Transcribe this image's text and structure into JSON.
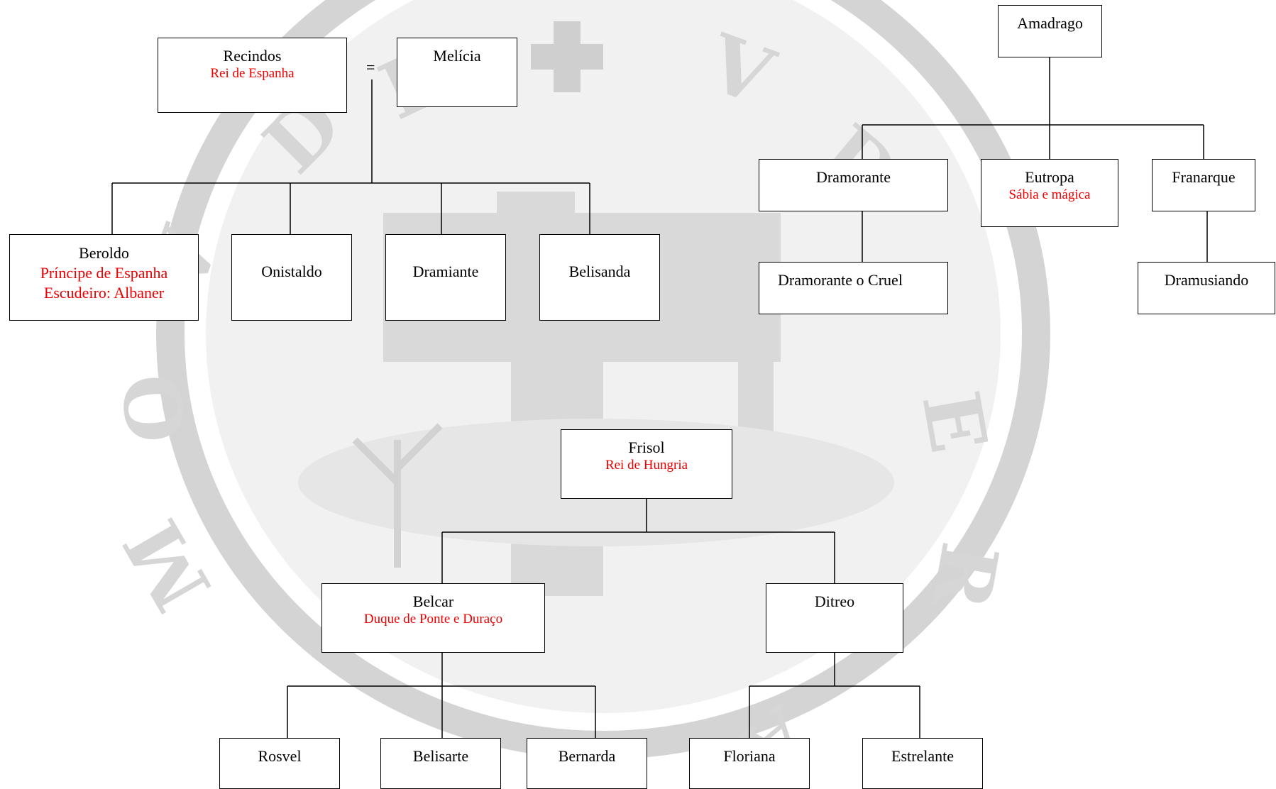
{
  "colors": {
    "line": "#000000",
    "title_text": "#ee0000",
    "watermark": "#c8c8c8"
  },
  "watermark": {
    "icon": "seal-watermark-icon"
  },
  "marriage_symbol": "=",
  "people": {
    "recindos": {
      "name": "Recindos",
      "title": "Rei de Espanha"
    },
    "melicia": {
      "name": "Melícia"
    },
    "beroldo": {
      "name": "Beroldo",
      "title": "Príncipe de Espanha",
      "title2": "Escudeiro: Albaner"
    },
    "onistaldo": {
      "name": "Onistaldo"
    },
    "dramiante": {
      "name": "Dramiante"
    },
    "belisanda": {
      "name": "Belisanda"
    },
    "amadrago": {
      "name": "Amadrago"
    },
    "dramorante": {
      "name": "Dramorante"
    },
    "eutropa": {
      "name": "Eutropa",
      "title": "Sábia e mágica"
    },
    "franarque": {
      "name": "Franarque"
    },
    "dramorante_cruel": {
      "name": "Dramorante o Cruel"
    },
    "dramusiando": {
      "name": "Dramusiando"
    },
    "frisol": {
      "name": "Frisol",
      "title": "Rei de Hungria"
    },
    "belcar": {
      "name": "Belcar",
      "title": "Duque de Ponte e Duraço"
    },
    "ditreo": {
      "name": "Ditreo"
    },
    "rosvel": {
      "name": "Rosvel"
    },
    "belisarte": {
      "name": "Belisarte"
    },
    "bernarda": {
      "name": "Bernarda"
    },
    "floriana": {
      "name": "Floriana"
    },
    "estrelante": {
      "name": "Estrelante"
    }
  }
}
